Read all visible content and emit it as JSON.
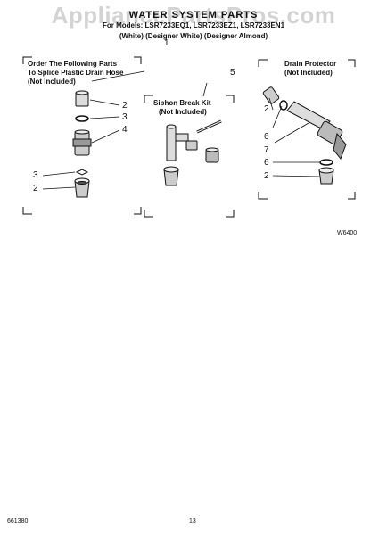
{
  "header": {
    "title": "WATER SYSTEM PARTS",
    "models": "For Models: LSR7233EQ1, LSR7233EZ1, LSR7233EN1",
    "colors": "(White) (Designer White) (Designer Almond)"
  },
  "watermark": "AppliancePartsPros.com",
  "left_box": {
    "label_line1": "Order The Following Parts",
    "label_line2": "To Splice Plastic Drain Hose",
    "label_line3": "(Not Included)"
  },
  "middle_box": {
    "label_line1": "Siphon Break Kit",
    "label_line2": "(Not Included)"
  },
  "right_box": {
    "label_line1": "Drain Protector",
    "label_line2": "(Not Included)"
  },
  "callouts": {
    "c1": "1",
    "c5": "5",
    "l2a": "2",
    "l3a": "3",
    "l4": "4",
    "l3b": "3",
    "l2b": "2",
    "r2a": "2",
    "r6a": "6",
    "r7": "7",
    "r6b": "6",
    "r2b": "2"
  },
  "ref_code": "W6400",
  "footer": {
    "part_code": "661380",
    "page": "13"
  }
}
